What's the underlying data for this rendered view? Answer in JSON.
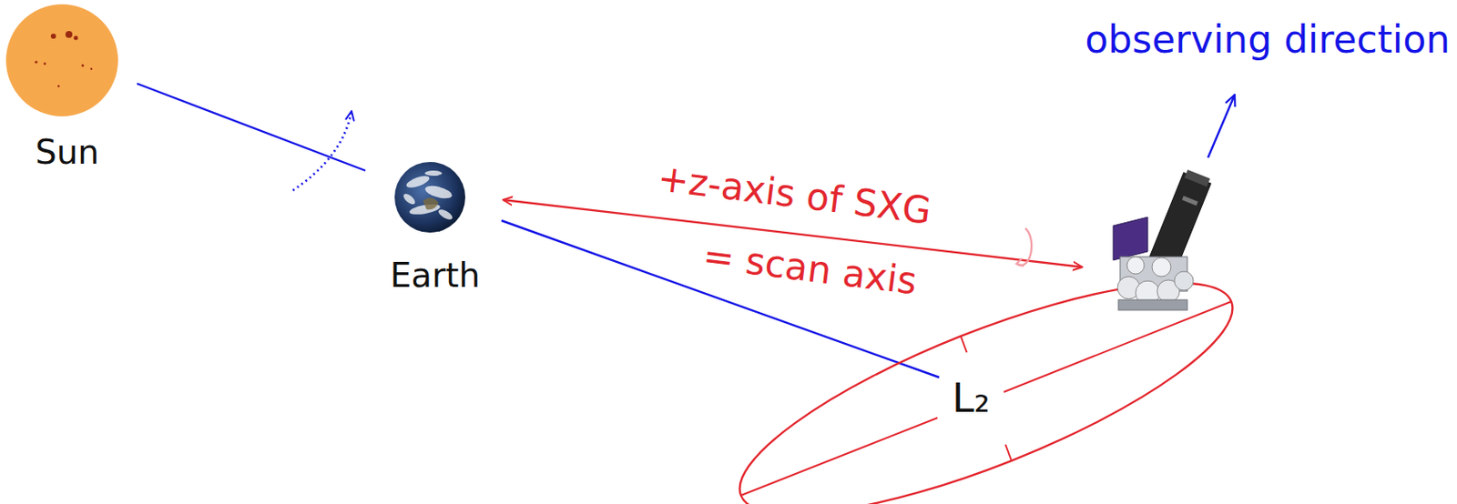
{
  "diagram": {
    "nodes": [
      {
        "text": [
          "Sun"
        ]
      },
      {
        "text": [
          "Earth"
        ]
      }
    ],
    "edges": [
      {
        "from": 0,
        "to": 1,
        "arrow": "none"
      }
    ],
    "labels": [
      "+z-axis of SXG",
      "= scan axis",
      "observing direction",
      "L₂"
    ]
  }
}
